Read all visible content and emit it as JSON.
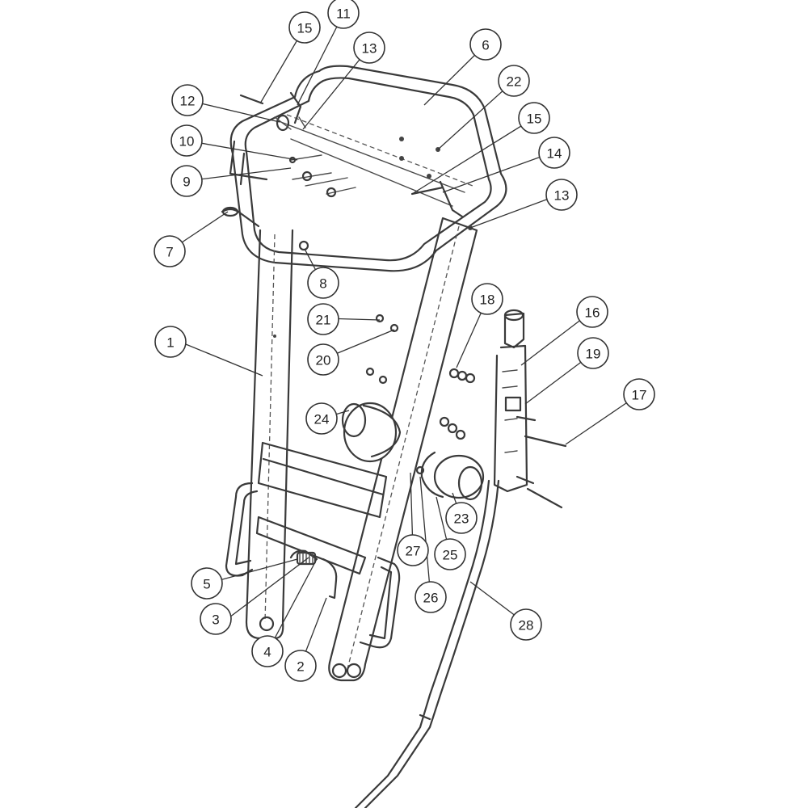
{
  "callouts": [
    {
      "label": "1"
    },
    {
      "label": "2"
    },
    {
      "label": "3"
    },
    {
      "label": "4"
    },
    {
      "label": "5"
    },
    {
      "label": "6"
    },
    {
      "label": "7"
    },
    {
      "label": "8"
    },
    {
      "label": "9"
    },
    {
      "label": "10"
    },
    {
      "label": "11"
    },
    {
      "label": "12"
    },
    {
      "label": "13"
    },
    {
      "label": "13"
    },
    {
      "label": "14"
    },
    {
      "label": "15"
    },
    {
      "label": "15"
    },
    {
      "label": "16"
    },
    {
      "label": "17"
    },
    {
      "label": "18"
    },
    {
      "label": "19"
    },
    {
      "label": "20"
    },
    {
      "label": "21"
    },
    {
      "label": "22"
    },
    {
      "label": "23"
    },
    {
      "label": "24"
    },
    {
      "label": "25"
    },
    {
      "label": "26"
    },
    {
      "label": "27"
    },
    {
      "label": "28"
    }
  ]
}
